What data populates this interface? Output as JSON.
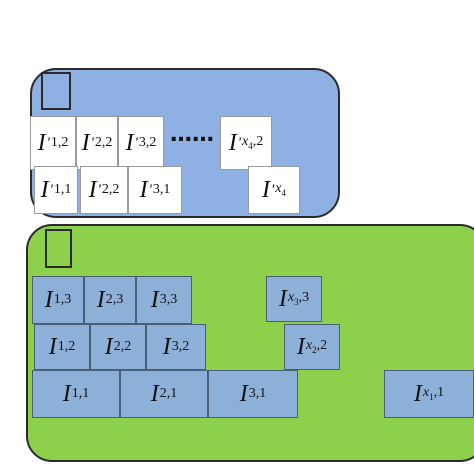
{
  "top_group": {
    "row2": [
      {
        "main": "I",
        "prime": "'",
        "sub": "1,2"
      },
      {
        "main": "I",
        "prime": "'",
        "sub": "2,2"
      },
      {
        "main": "I",
        "prime": "'",
        "sub": "3,2"
      }
    ],
    "row2_last": {
      "main": "I",
      "prime": "'",
      "sub_var": "x",
      "sub_idx": "4",
      "sub_rest": ",2"
    },
    "row1": [
      {
        "main": "I",
        "prime": "'",
        "sub": "1,1"
      },
      {
        "main": "I",
        "prime": "'",
        "sub": "2,2"
      },
      {
        "main": "I",
        "prime": "'",
        "sub": "3,1"
      }
    ],
    "row1_last": {
      "main": "I",
      "prime": "'",
      "sub_var": "x",
      "sub_idx": "4",
      "sub_rest": ""
    },
    "ellipsis": "……"
  },
  "bottom_group": {
    "row3": [
      {
        "main": "I",
        "sub": "1,3"
      },
      {
        "main": "I",
        "sub": "2,3"
      },
      {
        "main": "I",
        "sub": "3,3"
      }
    ],
    "row3_last": {
      "main": "I",
      "sub_var": "x",
      "sub_idx": "3",
      "sub_rest": ",3"
    },
    "row2": [
      {
        "main": "I",
        "sub": "1,2"
      },
      {
        "main": "I",
        "sub": "2,2"
      },
      {
        "main": "I",
        "sub": "3,2"
      }
    ],
    "row2_last": {
      "main": "I",
      "sub_var": "x",
      "sub_idx": "2",
      "sub_rest": ",2"
    },
    "row1": [
      {
        "main": "I",
        "sub": "1,1"
      },
      {
        "main": "I",
        "sub": "2,1"
      },
      {
        "main": "I",
        "sub": "3,1"
      }
    ],
    "row1_last": {
      "main": "I",
      "sub_var": "x",
      "sub_idx": "1",
      "sub_rest": ",1"
    }
  },
  "colors": {
    "top_panel": "#8eb0e3",
    "bottom_panel": "#8dd04b",
    "white_tile": "#ffffff",
    "blue_tile": "#8db0d8"
  }
}
